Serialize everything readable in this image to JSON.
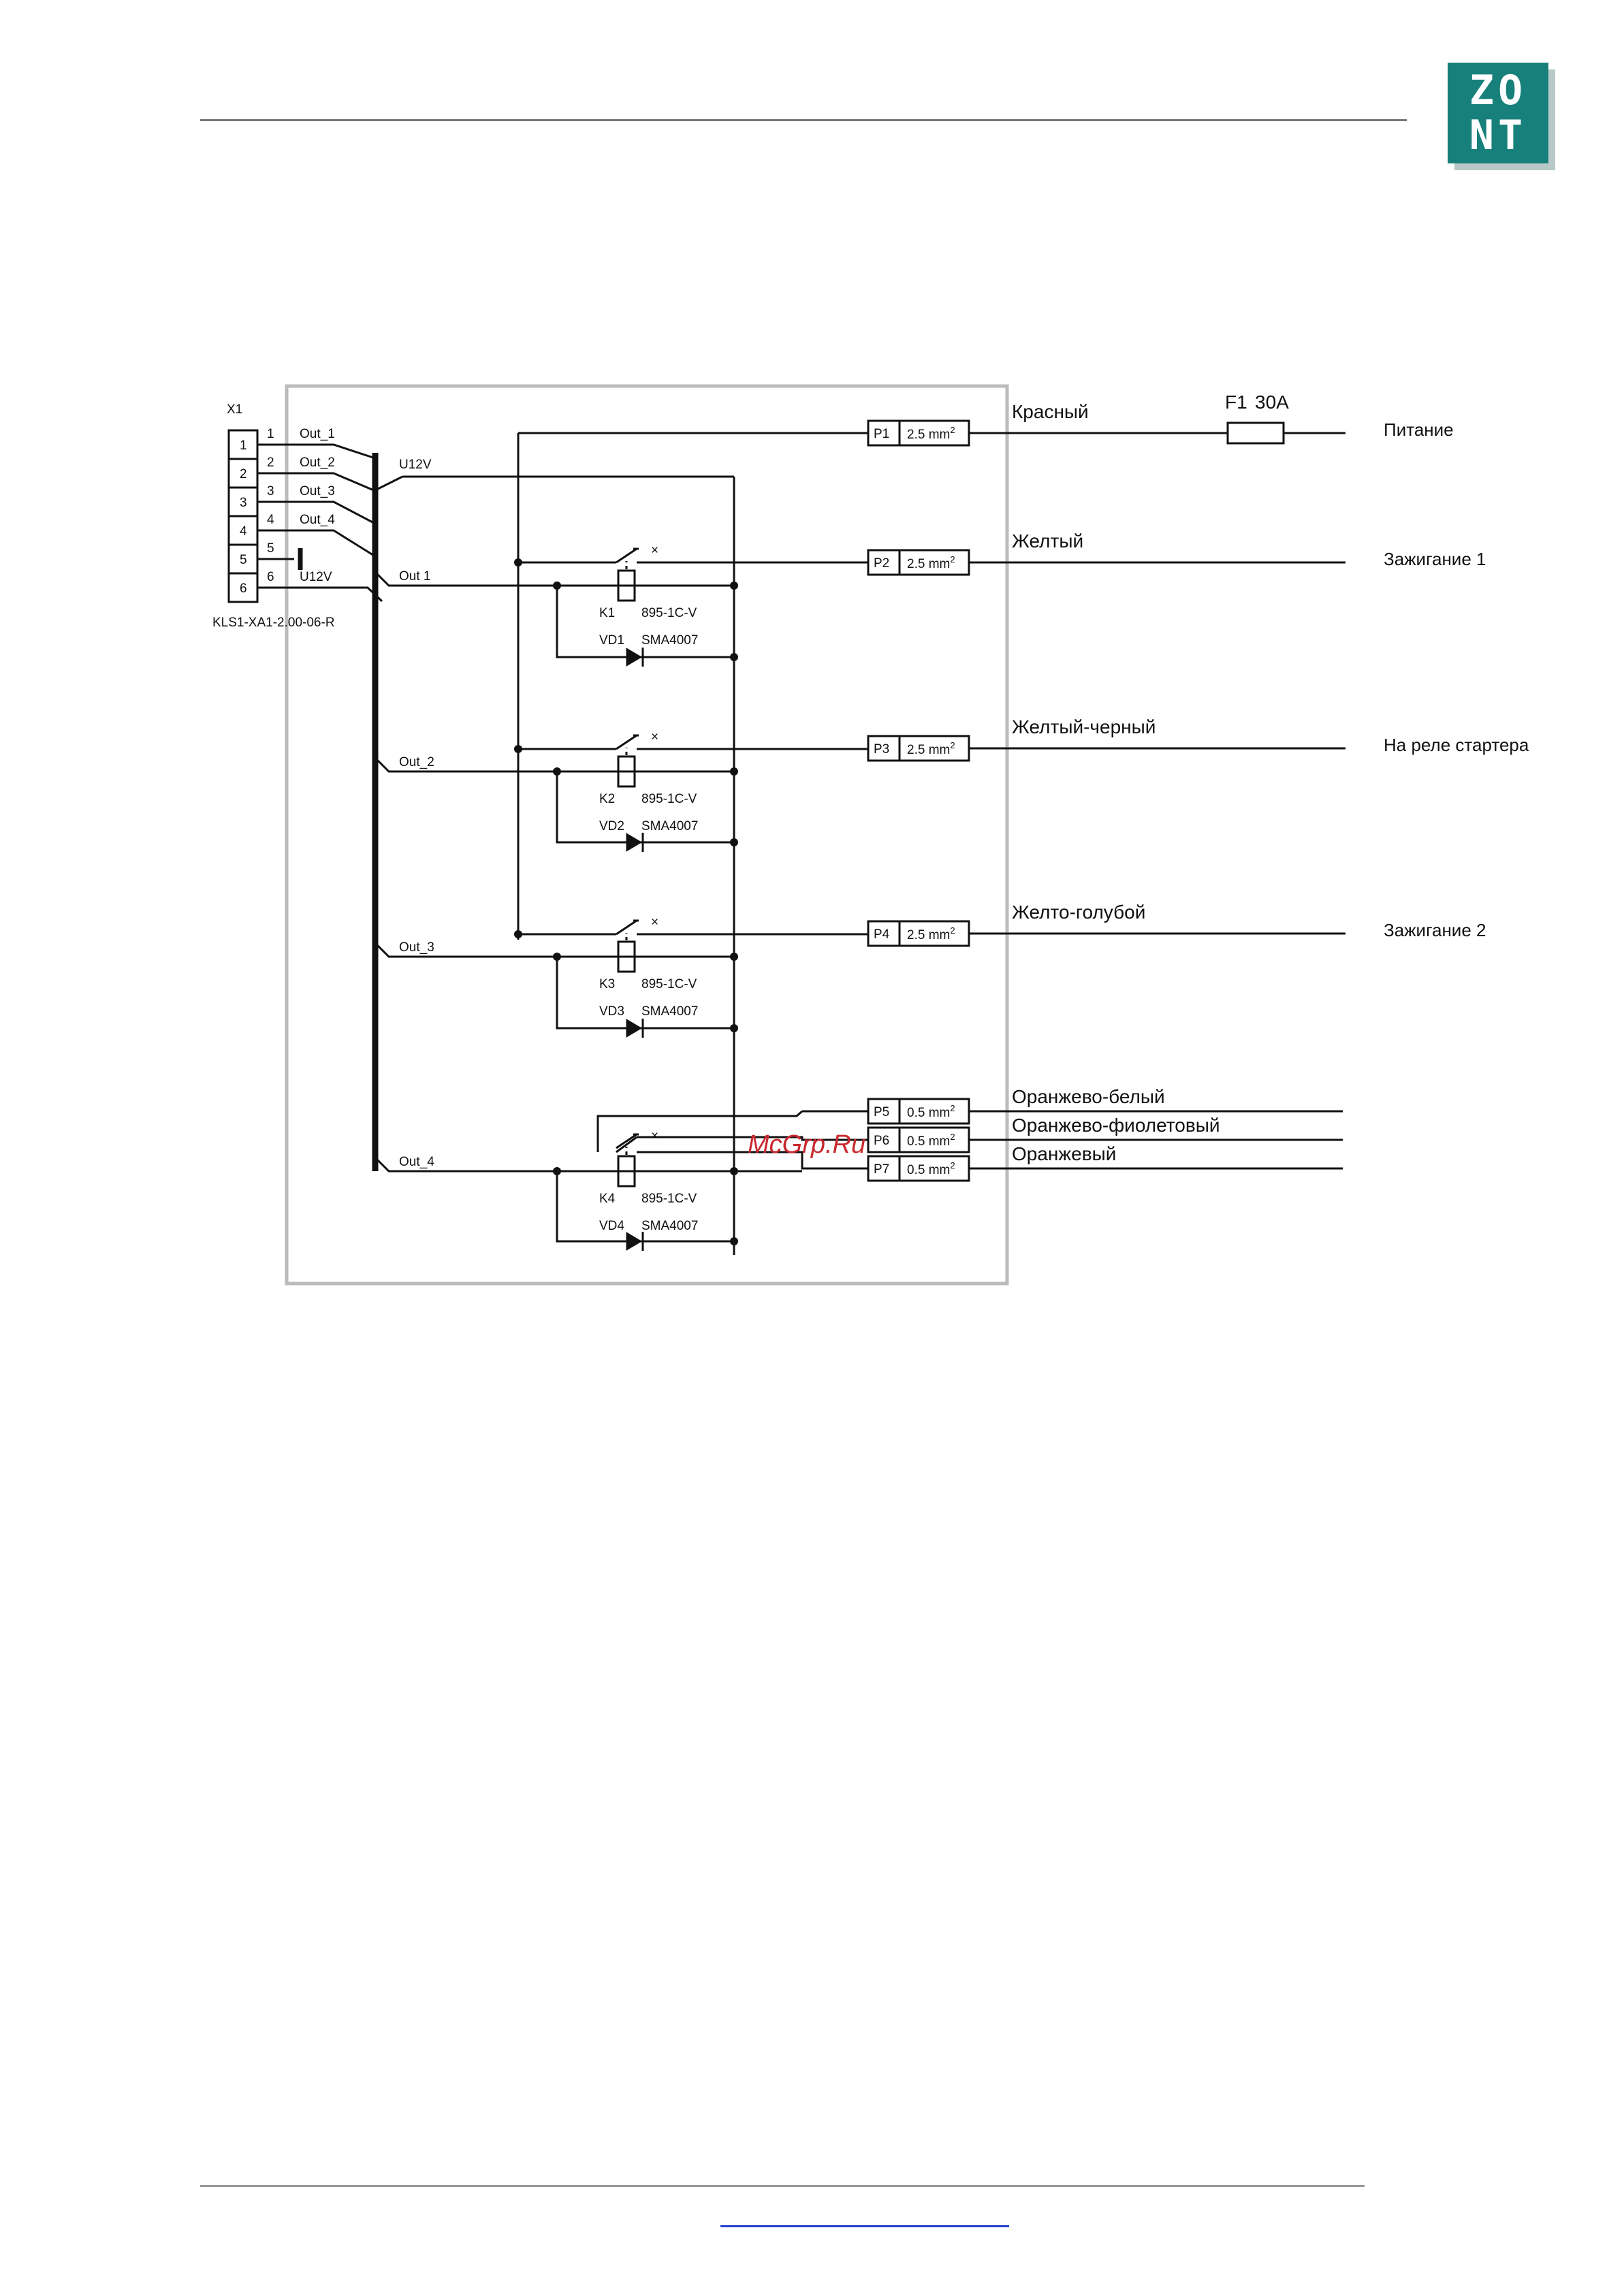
{
  "logo": {
    "line1": "ZO",
    "line2": "NT"
  },
  "connector": {
    "ref": "X1",
    "part": "KLS1-XA1-2.00-06-R",
    "pins": [
      "1",
      "2",
      "3",
      "4",
      "5",
      "6"
    ],
    "pin_nets": [
      "Out_1",
      "Out_2",
      "Out_3",
      "Out_4",
      "",
      "U12V"
    ]
  },
  "nets": {
    "u12v": "U12V",
    "outs": [
      "Out 1",
      "Out_2",
      "Out_3",
      "Out_4"
    ]
  },
  "relays": [
    {
      "ref": "K1",
      "part": "895-1C-V",
      "diode_ref": "VD1",
      "diode_part": "SMA4007"
    },
    {
      "ref": "K2",
      "part": "895-1C-V",
      "diode_ref": "VD2",
      "diode_part": "SMA4007"
    },
    {
      "ref": "K3",
      "part": "895-1C-V",
      "diode_ref": "VD3",
      "diode_part": "SMA4007"
    },
    {
      "ref": "K4",
      "part": "895-1C-V",
      "diode_ref": "VD4",
      "diode_part": "SMA4007"
    }
  ],
  "outputs": [
    {
      "ref": "P1",
      "section": "2.5 mm",
      "wire": "Красный",
      "dest": "Питание"
    },
    {
      "ref": "P2",
      "section": "2.5 mm",
      "wire": "Желтый",
      "dest": "Зажигание 1"
    },
    {
      "ref": "P3",
      "section": "2.5 mm",
      "wire": "Желтый-черный",
      "dest": "На реле стартера"
    },
    {
      "ref": "P4",
      "section": "2.5 mm",
      "wire": "Желто-голубой",
      "dest": "Зажигание 2"
    },
    {
      "ref": "P5",
      "section": "0.5 mm",
      "wire": "Оранжево-белый",
      "dest": ""
    },
    {
      "ref": "P6",
      "section": "0.5 mm",
      "wire": "Оранжево-фиолетовый",
      "dest": ""
    },
    {
      "ref": "P7",
      "section": "0.5 mm",
      "wire": "Оранжевый",
      "dest": ""
    }
  ],
  "section_exp": "2",
  "fuse": {
    "ref": "F1",
    "rating": "30A"
  },
  "watermark": "McGrp.Ru"
}
